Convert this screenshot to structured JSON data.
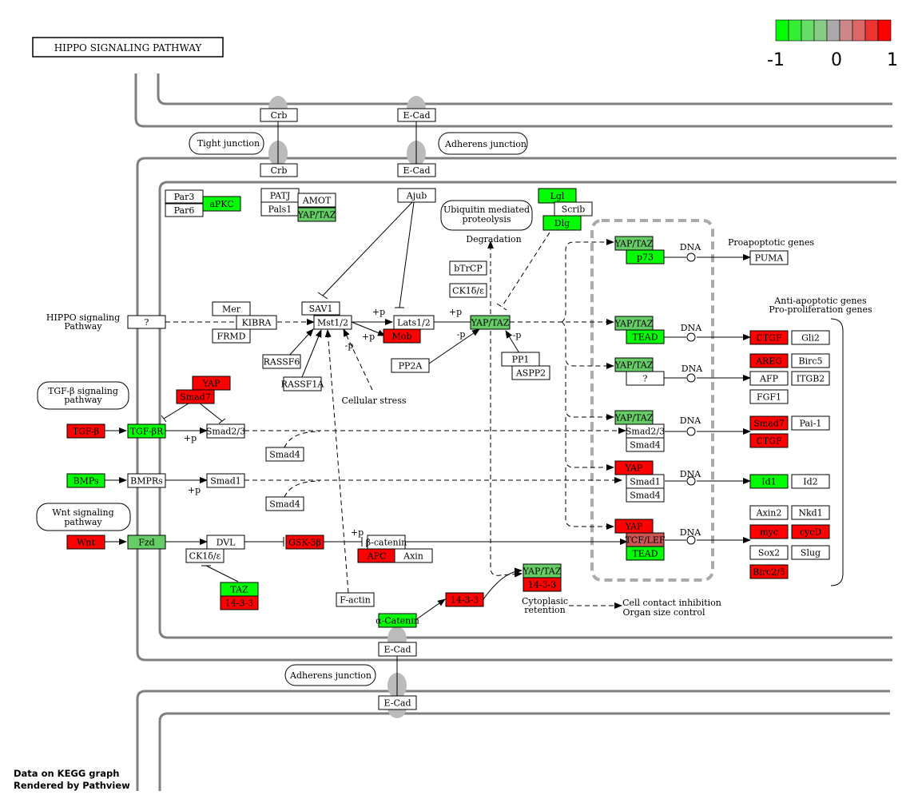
{
  "title": "HIPPO SIGNALING PATHWAY",
  "colors": {
    "up": "#ff0000",
    "down": "#00ff00",
    "mid_green": "#66cc66",
    "mid_red": "#cc5555",
    "neutral": "#ffffff",
    "membrane": "#7f7f7f"
  },
  "legend": {
    "min_label": "-1",
    "mid_label": "0",
    "max_label": "1",
    "swatches": [
      "#00ff00",
      "#33ee33",
      "#66dd66",
      "#88cc88",
      "#aaaaaa",
      "#cc8888",
      "#dd6666",
      "#ee3333",
      "#ff0000"
    ]
  },
  "labels": {
    "tight_junction": "Tight junction",
    "adherens_junction_top": "Adherens junction",
    "adherens_junction_bottom": "Adherens junction",
    "ubiquitin": [
      "Ubiquitin mediated",
      "proteolysis"
    ],
    "hippo_pathway_link": [
      "HIPPO signaling",
      "Pathway"
    ],
    "tgf_pathway_link": [
      "TGF-β signaling",
      "pathway"
    ],
    "wnt_pathway_link": [
      "Wnt signaling",
      "pathway"
    ],
    "degradation": "Degradation",
    "cellular_stress": "Cellular stress",
    "dna": "DNA",
    "proapoptotic": "Proapoptotic genes",
    "antiapoptotic": [
      "Anti-apoptotic genes",
      "Pro-proliferation genes"
    ],
    "cytoplasmic": [
      "Cytoplasic",
      "retention"
    ],
    "cell_contact": [
      "Cell contact inhibition",
      "Organ size control"
    ],
    "plus_p": "+p",
    "minus_p": "-p"
  },
  "genes": {
    "crb_top": {
      "label": "Crb",
      "state": "neutral"
    },
    "crb_bottom": {
      "label": "Crb",
      "state": "neutral"
    },
    "ecad_top": {
      "label": "E-Cad",
      "state": "neutral"
    },
    "ecad_top2": {
      "label": "E-Cad",
      "state": "neutral"
    },
    "par3": {
      "label": "Par3",
      "state": "neutral"
    },
    "par6": {
      "label": "Par6",
      "state": "neutral"
    },
    "apkc": {
      "label": "aPKC",
      "state": "down"
    },
    "patj": {
      "label": "PATJ",
      "state": "neutral"
    },
    "pals1": {
      "label": "Pals1",
      "state": "neutral"
    },
    "amot": {
      "label": "AMOT",
      "state": "neutral"
    },
    "yaptaz_amot": {
      "label": "YAP/TAZ",
      "state": "mid_green"
    },
    "ajub": {
      "label": "Ajub",
      "state": "neutral"
    },
    "lgl": {
      "label": "Lgl",
      "state": "down"
    },
    "scrib": {
      "label": "Scrib",
      "state": "neutral"
    },
    "dlg": {
      "label": "Dlg",
      "state": "down"
    },
    "btrcp": {
      "label": "bTrCP",
      "state": "neutral"
    },
    "ck1de": {
      "label": "CK1δ/ε",
      "state": "neutral"
    },
    "unknown_q": {
      "label": "?",
      "state": "neutral"
    },
    "mer": {
      "label": "Mer",
      "state": "neutral"
    },
    "kibra": {
      "label": "KIBRA",
      "state": "neutral"
    },
    "frmd": {
      "label": "FRMD",
      "state": "neutral"
    },
    "sav1": {
      "label": "SAV1",
      "state": "neutral"
    },
    "mst12": {
      "label": "Mst1/2",
      "state": "neutral"
    },
    "lats12": {
      "label": "Lats1/2",
      "state": "neutral"
    },
    "mob": {
      "label": "Mob",
      "state": "up"
    },
    "yaptaz_main": {
      "label": "YAP/TAZ",
      "state": "mid_green"
    },
    "rassf6": {
      "label": "RASSF6",
      "state": "neutral"
    },
    "rassf1a": {
      "label": "RASSF1A",
      "state": "neutral"
    },
    "pp2a": {
      "label": "PP2A",
      "state": "neutral"
    },
    "pp1": {
      "label": "PP1",
      "state": "neutral"
    },
    "aspp2": {
      "label": "ASPP2",
      "state": "neutral"
    },
    "yap_tgf": {
      "label": "YAP",
      "state": "up"
    },
    "smad7_tgf": {
      "label": "Smad7",
      "state": "up"
    },
    "tgfb": {
      "label": "TGF-β",
      "state": "up"
    },
    "tgfbr": {
      "label": "TGF-βR",
      "state": "down"
    },
    "smad23": {
      "label": "Smad2/3",
      "state": "neutral"
    },
    "smad4_a": {
      "label": "Smad4",
      "state": "neutral"
    },
    "bmps": {
      "label": "BMPs",
      "state": "down"
    },
    "bmprs": {
      "label": "BMPRs",
      "state": "neutral"
    },
    "smad1": {
      "label": "Smad1",
      "state": "neutral"
    },
    "smad4_b": {
      "label": "Smad4",
      "state": "neutral"
    },
    "wnt": {
      "label": "Wnt",
      "state": "up"
    },
    "fzd": {
      "label": "Fzd",
      "state": "mid_green"
    },
    "dvl": {
      "label": "DVL",
      "state": "neutral"
    },
    "ck1e": {
      "label": "CK1δ/ε",
      "state": "neutral"
    },
    "gsk3b": {
      "label": "GSK-3β",
      "state": "up"
    },
    "bcatenin": {
      "label": "β-catenin",
      "state": "neutral"
    },
    "apc": {
      "label": "APC",
      "state": "up"
    },
    "axin": {
      "label": "Axin",
      "state": "neutral"
    },
    "taz": {
      "label": "TAZ",
      "state": "down"
    },
    "p1433_a": {
      "label": "14-3-3",
      "state": "up"
    },
    "factin": {
      "label": "F-actin",
      "state": "neutral"
    },
    "acatenin": {
      "label": "α-Catenin",
      "state": "down"
    },
    "p1433_b": {
      "label": "14-3-3",
      "state": "up"
    },
    "yaptaz_cyto": {
      "label": "YAP/TAZ",
      "state": "mid_green"
    },
    "p1433_c": {
      "label": "14-3-3",
      "state": "up"
    },
    "ecad_bot": {
      "label": "E-Cad",
      "state": "neutral"
    },
    "ecad_bot2": {
      "label": "E-Cad",
      "state": "neutral"
    },
    "yaptaz_n1": {
      "label": "YAP/TAZ",
      "state": "mid_green"
    },
    "p73": {
      "label": "p73",
      "state": "down"
    },
    "yaptaz_n2": {
      "label": "YAP/TAZ",
      "state": "mid_green"
    },
    "tead_n2": {
      "label": "TEAD",
      "state": "down"
    },
    "yaptaz_n3": {
      "label": "YAP/TAZ",
      "state": "mid_green"
    },
    "q_n3": {
      "label": "?",
      "state": "neutral"
    },
    "yaptaz_n4": {
      "label": "YAP/TAZ",
      "state": "mid_green"
    },
    "smad23_n4": {
      "label": "Smad2/3",
      "state": "neutral"
    },
    "smad4_n4": {
      "label": "Smad4",
      "state": "neutral"
    },
    "yap_n5": {
      "label": "YAP",
      "state": "up"
    },
    "smad1_n5": {
      "label": "Smad1",
      "state": "neutral"
    },
    "smad4_n5": {
      "label": "Smad4",
      "state": "neutral"
    },
    "yap_n6": {
      "label": "YAP",
      "state": "up"
    },
    "tcflef": {
      "label": "TCF/LEF",
      "state": "mid_red"
    },
    "tead_n6": {
      "label": "TEAD",
      "state": "down"
    },
    "puma": {
      "label": "PUMA",
      "state": "neutral"
    },
    "ctgf_a": {
      "label": "CTGF",
      "state": "up"
    },
    "gli2": {
      "label": "Gli2",
      "state": "neutral"
    },
    "areg": {
      "label": "AREG",
      "state": "up"
    },
    "birc5": {
      "label": "Birc5",
      "state": "neutral"
    },
    "afp": {
      "label": "AFP",
      "state": "neutral"
    },
    "itgb2": {
      "label": "ITGB2",
      "state": "neutral"
    },
    "fgf1": {
      "label": "FGF1",
      "state": "neutral"
    },
    "smad7_t": {
      "label": "Smad7",
      "state": "up"
    },
    "pai1": {
      "label": "Pai-1",
      "state": "neutral"
    },
    "ctgf_b": {
      "label": "CTGF",
      "state": "up"
    },
    "id1": {
      "label": "Id1",
      "state": "down"
    },
    "id2": {
      "label": "Id2",
      "state": "neutral"
    },
    "axin2": {
      "label": "Axin2",
      "state": "neutral"
    },
    "nkd1": {
      "label": "Nkd1",
      "state": "neutral"
    },
    "myc": {
      "label": "myc",
      "state": "up"
    },
    "cycd": {
      "label": "cycD",
      "state": "up"
    },
    "sox2": {
      "label": "Sox2",
      "state": "neutral"
    },
    "slug": {
      "label": "Slug",
      "state": "neutral"
    },
    "birc2_5": {
      "label": "Birc2/5",
      "state": "up"
    }
  },
  "footer": {
    "line1": "Data on KEGG graph",
    "line2": "Rendered by Pathview"
  }
}
